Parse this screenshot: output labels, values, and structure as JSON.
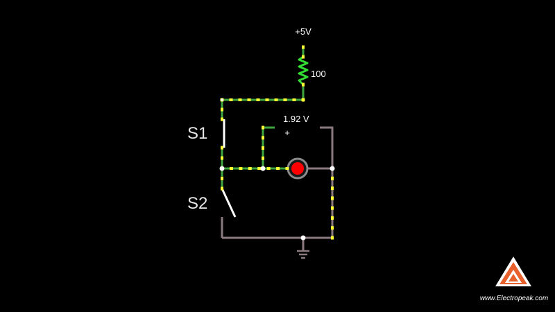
{
  "supply_label": "+5V",
  "resistor_label": "100",
  "voltmeter_reading": "1.92 V",
  "voltmeter_plus": "+",
  "switches": [
    {
      "label": "S1",
      "state": "closed"
    },
    {
      "label": "S2",
      "state": "open"
    }
  ],
  "led": {
    "color": "#ff0000"
  },
  "colors": {
    "live_wire": "#3fa63f",
    "idle_wire": "#8a7a7e",
    "current_dot": "#ffff33",
    "resistor": "#33dd33",
    "node": "#ffffff"
  },
  "logo": {
    "text": "www.Electropeak.com",
    "icon": "electropeak-triangle-logo"
  }
}
